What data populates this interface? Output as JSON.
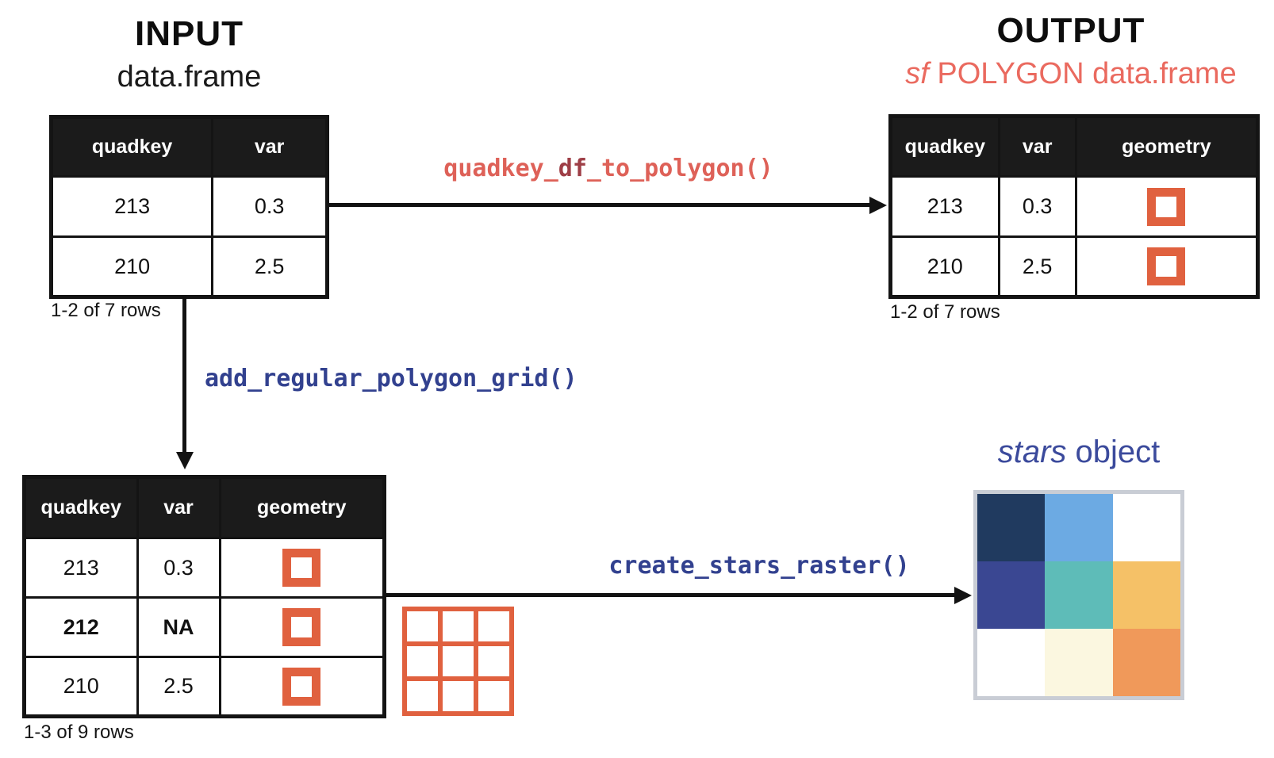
{
  "input": {
    "title": "INPUT",
    "subtitle": "data.frame",
    "table": {
      "headers": [
        "quadkey",
        "var"
      ],
      "rows": [
        [
          "213",
          "0.3"
        ],
        [
          "210",
          "2.5"
        ]
      ],
      "caption": "1-2 of 7 rows"
    }
  },
  "output": {
    "title": "OUTPUT",
    "subtitle_italic": "sf",
    "subtitle_rest": " POLYGON data.frame",
    "table": {
      "headers": [
        "quadkey",
        "var",
        "geometry"
      ],
      "rows": [
        [
          "213",
          "0.3"
        ],
        [
          "210",
          "2.5"
        ]
      ],
      "caption": "1-2 of 7 rows"
    }
  },
  "grid_table": {
    "headers": [
      "quadkey",
      "var",
      "geometry"
    ],
    "rows": [
      [
        "213",
        "0.3"
      ],
      [
        "212",
        "NA"
      ],
      [
        "210",
        "2.5"
      ]
    ],
    "caption": "1-3 of 9 rows"
  },
  "functions": {
    "to_polygon_prefix": "quadkey_",
    "to_polygon_highlight": "df",
    "to_polygon_suffix": "_to_polygon()",
    "add_grid": "add_regular_polygon_grid()",
    "create_raster": "create_stars_raster()"
  },
  "stars": {
    "title_italic": "stars",
    "title_rest": " object",
    "cells": [
      "#203a5f",
      "#6caae3",
      "#ffffff",
      "#3a4792",
      "#5ebcb8",
      "#f5c167",
      "#ffffff",
      "#fbf7e0",
      "#f0995a"
    ]
  },
  "colors": {
    "table-border": "#141414",
    "header-bg": "#1b1b1b",
    "accent-orange": "#e0613f",
    "fn-red": "#de6158",
    "fn-red-dark": "#9e3e46",
    "fn-blue": "#32418f",
    "title-blue": "#3b4a9c",
    "salmon": "#ea6a5f",
    "frame-gray": "#c9cdd5"
  }
}
